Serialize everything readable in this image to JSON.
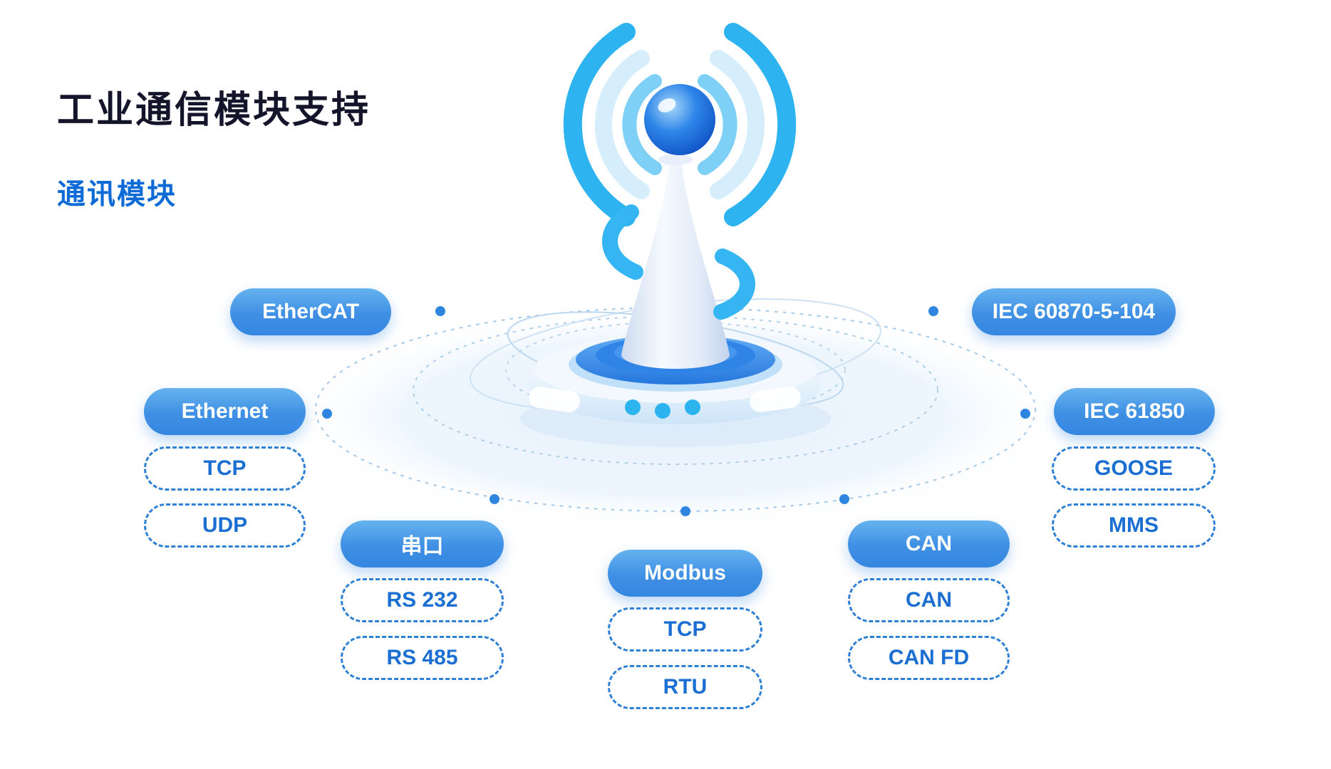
{
  "title": "工业通信模块支持",
  "subtitle": "通讯模块",
  "protocols": {
    "ethercat": {
      "label": "EtherCAT"
    },
    "iec104": {
      "label": "IEC 60870-5-104"
    },
    "ethernet": {
      "label": "Ethernet",
      "items": [
        "TCP",
        "UDP"
      ]
    },
    "iec61850": {
      "label": "IEC 61850",
      "items": [
        "GOOSE",
        "MMS"
      ]
    },
    "serial": {
      "label": "串口",
      "items": [
        "RS 232",
        "RS 485"
      ]
    },
    "modbus": {
      "label": "Modbus",
      "items": [
        "TCP",
        "RTU"
      ]
    },
    "can": {
      "label": "CAN",
      "items": [
        "CAN",
        "CAN FD"
      ]
    }
  },
  "colors": {
    "title": "#14142a",
    "subtitle": "#0e6bd6",
    "pill_solid_top": "#66b2ef",
    "pill_solid_bottom": "#3486e0",
    "pill_dashed_border": "#2e7fd6",
    "pill_dashed_text": "#1b6fd3",
    "connector_dot": "#2e86e0",
    "wifi_cyan": "#2cb3f0"
  },
  "icons": {
    "wifi_left": "wifi-signal-arcs",
    "wifi_right": "wifi-signal-arcs",
    "beacon": "antenna-beacon-3d"
  }
}
